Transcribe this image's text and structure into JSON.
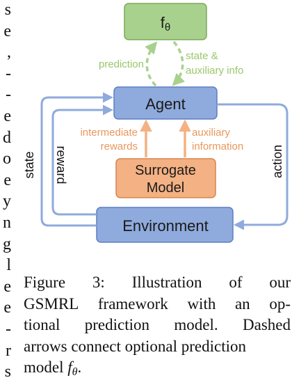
{
  "margin_text": [
    "s",
    "e",
    ",",
    "-",
    "-",
    "e",
    "d",
    "o",
    "e",
    "y",
    "n",
    "g",
    "l",
    "e",
    "e",
    "-",
    "r",
    "s"
  ],
  "diagram": {
    "nodes": {
      "f_theta": {
        "label": "f",
        "sub": "θ"
      },
      "agent": {
        "label": "Agent"
      },
      "surrogate": {
        "line1": "Surrogate",
        "line2": "Model"
      },
      "environment": {
        "label": "Environment"
      }
    },
    "edge_labels": {
      "prediction": "prediction",
      "state_aux_line1": "state &",
      "state_aux_line2": "auxiliary info",
      "intermediate_line1": "intermediate",
      "intermediate_line2": "rewards",
      "auxiliary_line1": "auxiliary",
      "auxiliary_line2": "information",
      "state": "state",
      "reward": "reward",
      "action": "action"
    },
    "colors": {
      "green_fill": "#a9d18e",
      "green_stroke": "#7aa85a",
      "green_text": "#9bc66b",
      "blue_fill": "#8faadc",
      "blue_stroke": "#5b7fc4",
      "blue_line": "#8faadc",
      "orange_fill": "#f4b183",
      "orange_stroke": "#d6864f",
      "orange_text": "#e8975c"
    }
  },
  "caption": {
    "line1_words": [
      "Figure",
      "3:",
      "Illustration",
      "of",
      "our"
    ],
    "line2_words": [
      "GSMRL",
      "framework",
      "with",
      "an",
      "op-"
    ],
    "line3_words": [
      "tional",
      "prediction",
      "model.",
      "Dashed"
    ],
    "line4": "arrows connect optional prediction",
    "line5_text": "model ",
    "line5_math": "f",
    "line5_math_sub": "θ",
    "line5_end": "."
  }
}
